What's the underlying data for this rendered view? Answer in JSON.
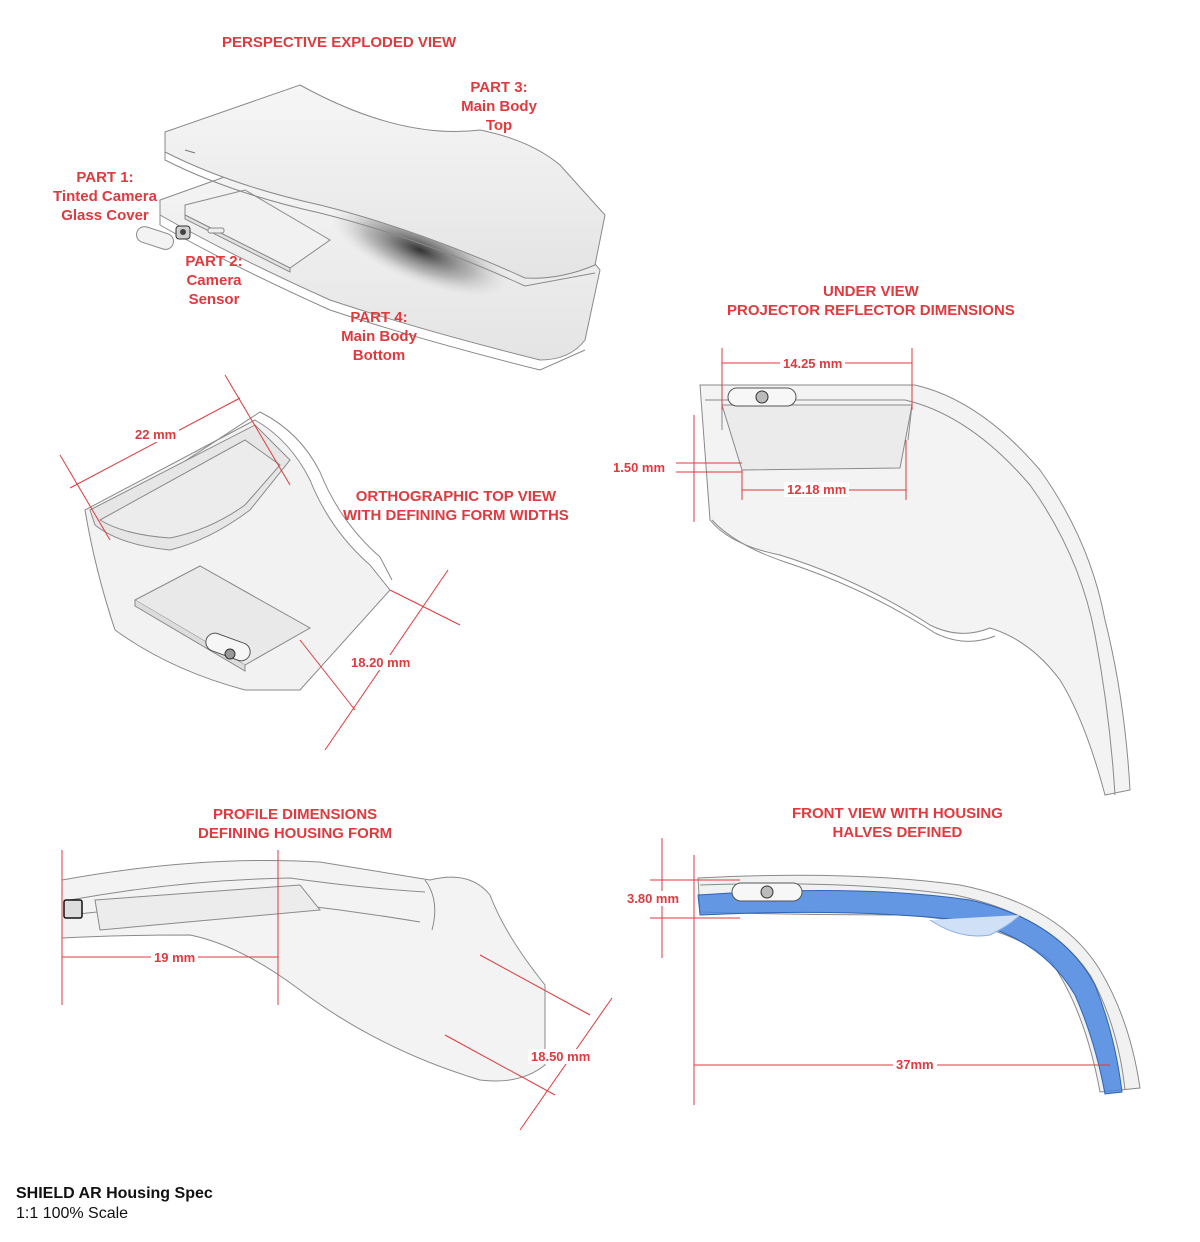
{
  "views": {
    "exploded": {
      "title": "PERSPECTIVE EXPLODED VIEW"
    },
    "ortho_top": {
      "title_line1": "ORTHOGRAPHIC TOP VIEW",
      "title_line2": "WITH DEFINING FORM WIDTHS"
    },
    "under": {
      "title_line1": "UNDER VIEW",
      "title_line2": "PROJECTOR REFLECTOR DIMENSIONS"
    },
    "profile": {
      "title_line1": "PROFILE DIMENSIONS",
      "title_line2": "DEFINING HOUSING FORM"
    },
    "front": {
      "title_line1": "FRONT VIEW WITH HOUSING",
      "title_line2": "HALVES DEFINED"
    }
  },
  "parts": [
    {
      "id": "PART 1:",
      "name_line1": "Tinted Camera",
      "name_line2": "Glass Cover"
    },
    {
      "id": "PART 2:",
      "name_line1": "Camera",
      "name_line2": "Sensor"
    },
    {
      "id": "PART 3:",
      "name_line1": "Main Body",
      "name_line2": "Top"
    },
    {
      "id": "PART 4:",
      "name_line1": "Main Body",
      "name_line2": "Bottom"
    }
  ],
  "dimensions": {
    "top_width": "22 mm",
    "top_depth": "18.20 mm",
    "reflector_outer": "14.25 mm",
    "reflector_inner": "12.18 mm",
    "reflector_height": "1.50 mm",
    "profile_length": "19 mm",
    "profile_width": "18.50 mm",
    "front_height": "3.80 mm",
    "front_length": "37mm"
  },
  "colors": {
    "annotation": "#e03a3e",
    "outline": "#8a8a8a",
    "body_fill": "#ededed",
    "housing_half": "#4a86e0"
  },
  "footer": {
    "title": "SHIELD AR Housing Spec",
    "scale": "1:1 100% Scale"
  }
}
